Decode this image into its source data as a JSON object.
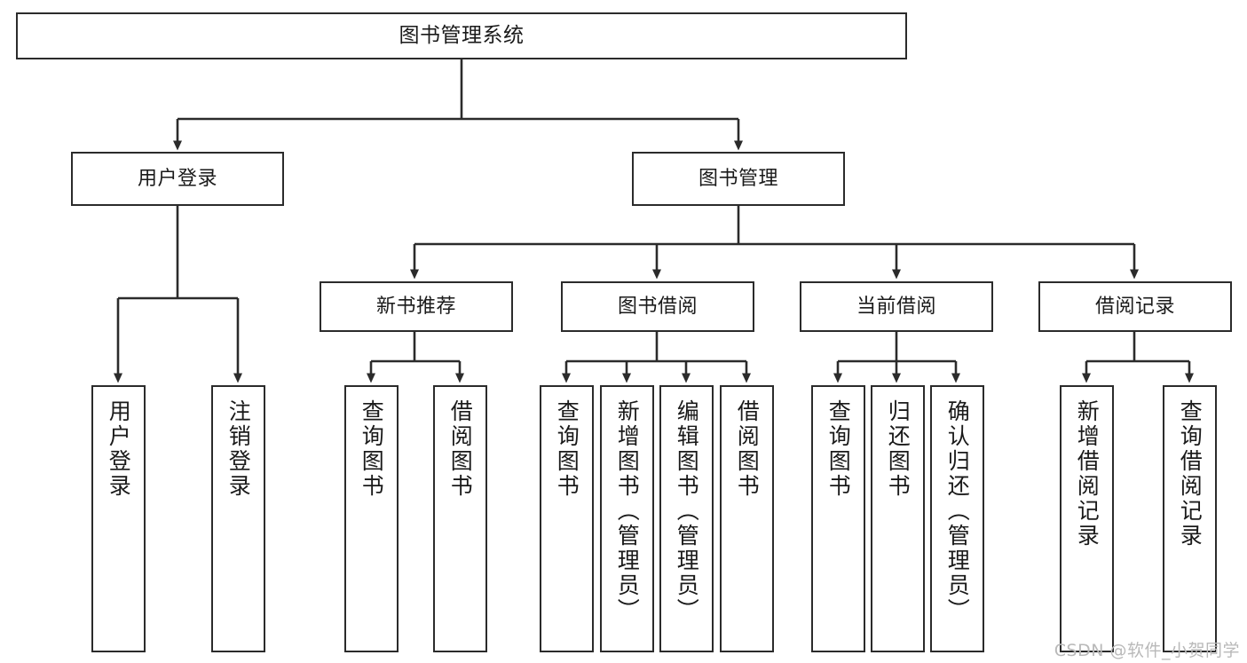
{
  "diagram": {
    "type": "tree",
    "title": "图书管理系统",
    "orientation": "top-down",
    "colors": {
      "box_border": "#2b2b2b",
      "box_fill": "#ffffff",
      "connector": "#2b2b2b",
      "text": "#1a1a1a",
      "watermark": "#b9b9b9"
    }
  },
  "root": {
    "label": "图书管理系统"
  },
  "level2": [
    {
      "label": "用户登录"
    },
    {
      "label": "图书管理"
    }
  ],
  "level3": [
    {
      "label": "新书推荐"
    },
    {
      "label": "图书借阅"
    },
    {
      "label": "当前借阅"
    },
    {
      "label": "借阅记录"
    }
  ],
  "leaves": {
    "user_login": [
      {
        "label": "用户登录"
      },
      {
        "label": "注销登录"
      }
    ],
    "new_book": [
      {
        "label": "查询图书"
      },
      {
        "label": "借阅图书"
      }
    ],
    "borrow": [
      {
        "label": "查询图书"
      },
      {
        "label": "新增图书（管理员）"
      },
      {
        "label": "编辑图书（管理员）"
      },
      {
        "label": "借阅图书"
      }
    ],
    "current": [
      {
        "label": "查询图书"
      },
      {
        "label": "归还图书"
      },
      {
        "label": "确认归还（管理员）"
      }
    ],
    "records": [
      {
        "label": "新增借阅记录"
      },
      {
        "label": "查询借阅记录"
      }
    ]
  },
  "watermark": {
    "text": "CSDN @软件_小贺同学"
  }
}
